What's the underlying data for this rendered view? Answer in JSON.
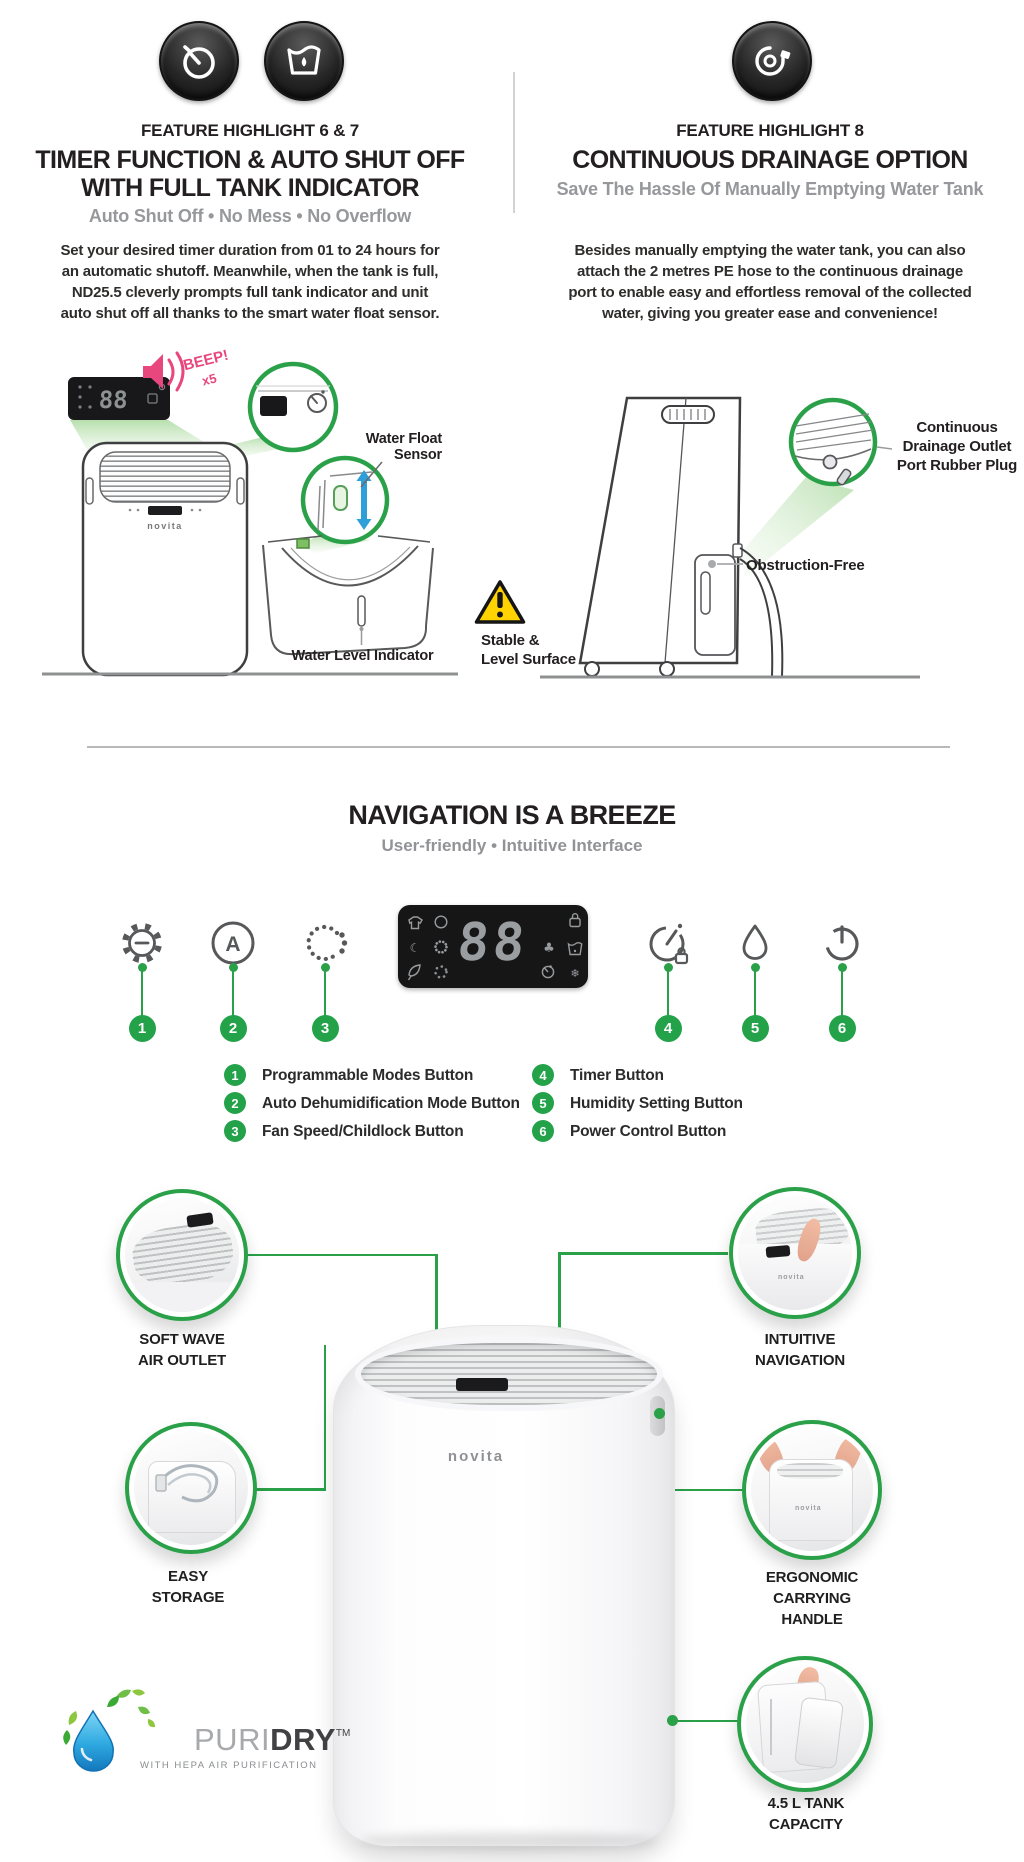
{
  "colors": {
    "green": "#2aa148",
    "pink": "#e8477e",
    "blue": "#2e9fd8",
    "yellow": "#ffd200",
    "dark": "#231f20",
    "gray": "#97989b"
  },
  "top_left": {
    "kicker": "FEATURE HIGHLIGHT 6 & 7",
    "title_line1": "TIMER FUNCTION & AUTO SHUT OFF",
    "title_line2": "WITH FULL TANK INDICATOR",
    "tagline": "Auto Shut Off • No Mess • No Overflow",
    "body_lines": [
      "Set your desired timer duration from 01 to 24 hours for",
      "an automatic shutoff. Meanwhile, when the tank is full,",
      "ND25.5 cleverly prompts full tank indicator and unit",
      "auto shut off all thanks to the smart water float sensor."
    ],
    "beep": "BEEP!",
    "beep_count": "x5",
    "water_float_line1": "Water Float",
    "water_float_line2": "Sensor",
    "water_level": "Water Level Indicator",
    "brand": "novita",
    "mini_display": "88"
  },
  "top_right": {
    "kicker": "FEATURE HIGHLIGHT 8",
    "title": "CONTINUOUS DRAINAGE OPTION",
    "tagline": "Save The Hassle Of Manually Emptying Water Tank",
    "body_lines": [
      "Besides manually emptying the water tank, you can also",
      "attach the 2 metres PE hose to the continuous drainage",
      "port to enable easy and effortless removal of the collected",
      "water, giving you greater ease and convenience!"
    ],
    "drainage_lines": [
      "Continuous",
      "Drainage Outlet",
      "Port Rubber Plug"
    ],
    "obstruction": "Obstruction-Free",
    "stable_lines": [
      "Stable &",
      "Level Surface"
    ]
  },
  "navigation": {
    "title": "NAVIGATION IS A BREEZE",
    "subtitle": "User-friendly • Intuitive Interface",
    "display_value": "88",
    "legend": [
      {
        "num": "1",
        "label": "Programmable Modes Button"
      },
      {
        "num": "2",
        "label": "Auto Dehumidification Mode Button"
      },
      {
        "num": "3",
        "label": "Fan Speed/Childlock Button"
      },
      {
        "num": "4",
        "label": "Timer Button"
      },
      {
        "num": "5",
        "label": "Humidity Setting Button"
      },
      {
        "num": "6",
        "label": "Power Control Button"
      }
    ]
  },
  "features": {
    "soft_wave": [
      "SOFT WAVE",
      "AIR OUTLET"
    ],
    "intuitive": [
      "INTUITIVE",
      "NAVIGATION"
    ],
    "easy": [
      "EASY",
      "STORAGE"
    ],
    "ergonomic": [
      "ERGONOMIC",
      "CARRYING",
      "HANDLE"
    ],
    "tank": [
      "4.5 L TANK",
      "CAPACITY"
    ],
    "product_brand": "novita"
  },
  "logo": {
    "puri": "PURI",
    "dry": "DRY",
    "tm": "TM",
    "tagline": "WITH HEPA AIR PURIFICATION"
  }
}
